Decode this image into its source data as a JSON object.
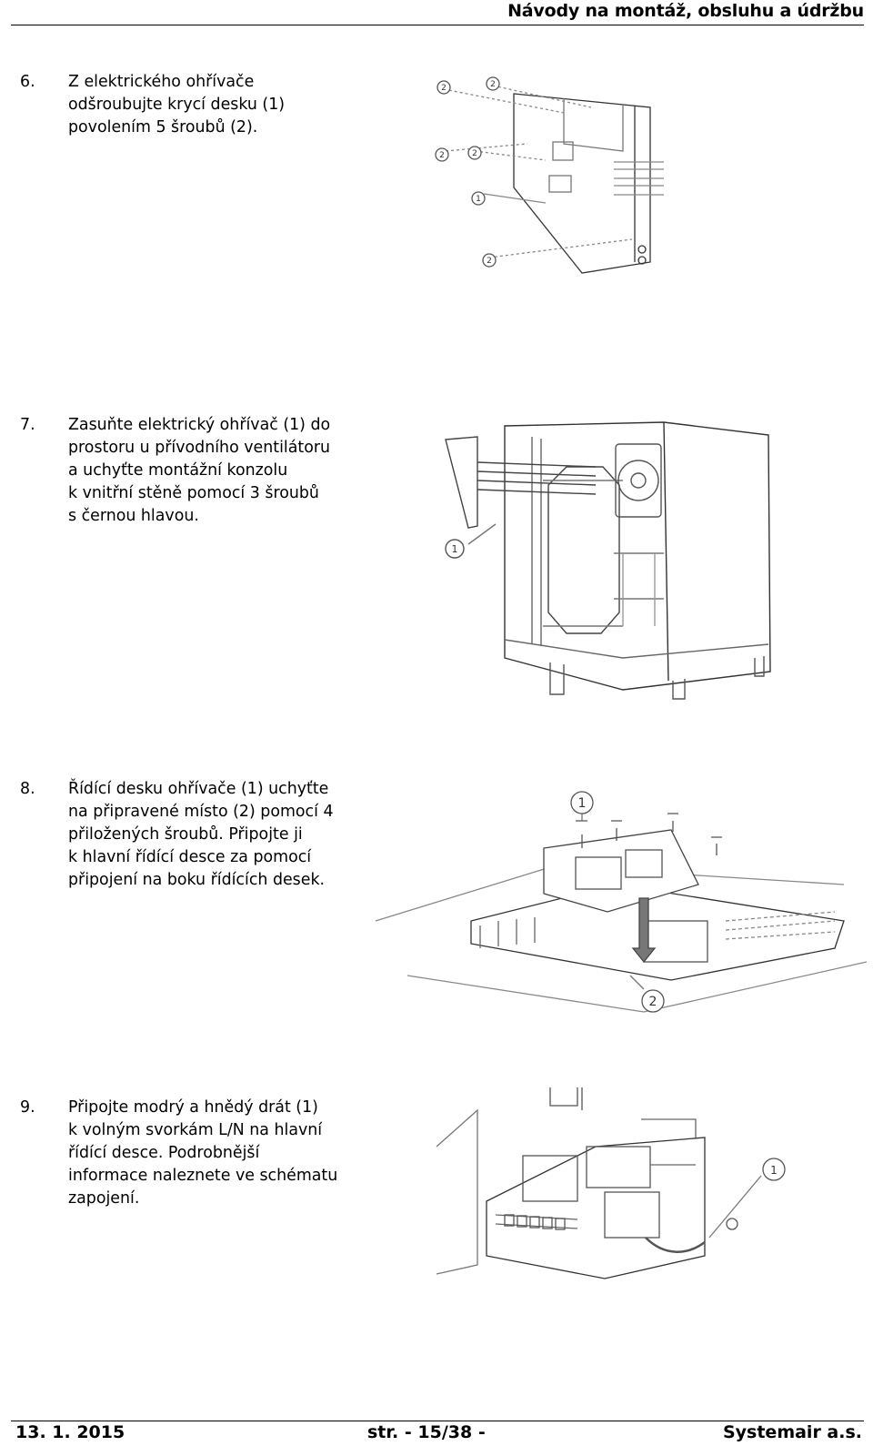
{
  "header": {
    "title": "Návody na montáž, obsluhu a údržbu"
  },
  "steps": [
    {
      "number": "6.",
      "lines": [
        "Z elektrického ohřívače",
        "odšroubujte krycí desku (1)",
        "povolením 5 šroubů (2)."
      ],
      "figure": {
        "icon": "heater-cover-exploded-drawing",
        "callouts": [
          "1",
          "2"
        ]
      }
    },
    {
      "number": "7.",
      "lines": [
        "Zasuňte elektrický ohřívač (1) do",
        "prostoru u přívodního ventilátoru",
        "a uchyťte montážní konzolu",
        "k vnitřní stěně pomocí 3 šroubů",
        "s černou hlavou."
      ],
      "figure": {
        "icon": "unit-with-heater-insertion-drawing",
        "callouts": [
          "1"
        ]
      }
    },
    {
      "number": "8.",
      "lines": [
        "Řídící desku ohřívače (1) uchyťte",
        "na připravené místo (2) pomocí 4",
        "přiložených šroubů. Připojte ji",
        "k hlavní řídící desce za pomocí",
        "připojení na boku řídících desek."
      ],
      "figure": {
        "icon": "control-board-mounting-drawing",
        "callouts": [
          "1",
          "2"
        ]
      }
    },
    {
      "number": "9.",
      "lines": [
        "Připojte modrý a hnědý drát (1)",
        "k volným svorkám L/N na hlavní",
        "řídící desce. Podrobnější",
        "informace naleznete ve schématu",
        "zapojení."
      ],
      "figure": {
        "icon": "wire-connection-terminal-drawing",
        "callouts": [
          "1"
        ]
      }
    }
  ],
  "footer": {
    "date": "13. 1. 2015",
    "page": "str. - 15/38 -",
    "company": "Systemair a.s."
  }
}
